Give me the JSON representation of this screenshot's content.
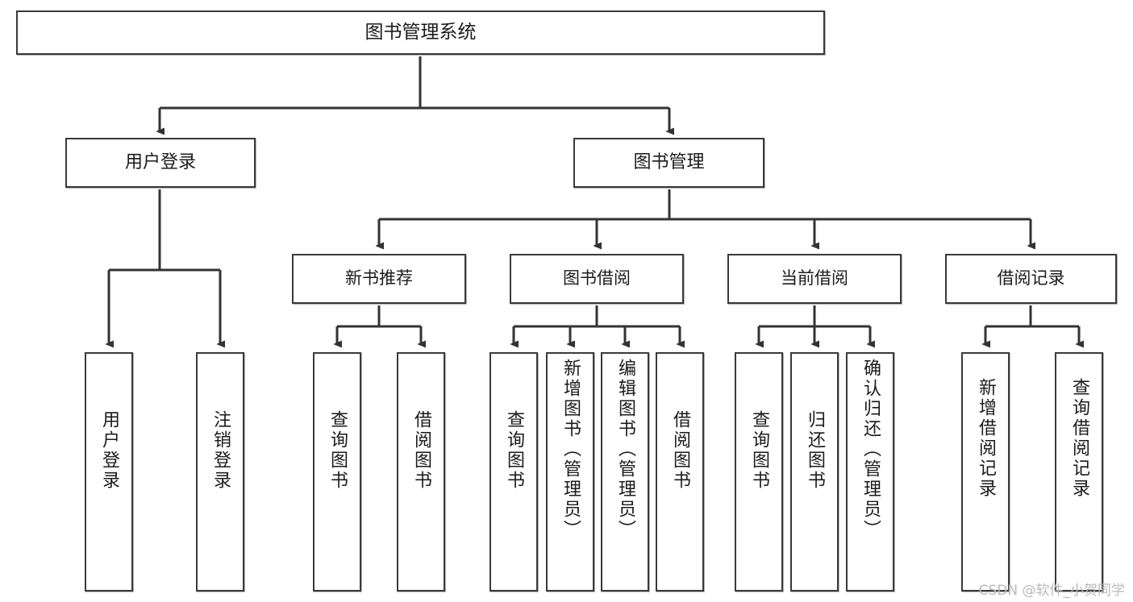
{
  "diagram": {
    "type": "tree",
    "title": "图书管理系统",
    "watermark": "CSDN @软件_小贺同学",
    "colors": {
      "box_border": "#3a3a3a",
      "box_fill": "#ffffff",
      "line": "#333333",
      "text": "#1b1b1b",
      "watermark": "#b9b9b9"
    },
    "nodes": {
      "root": {
        "label": "图书管理系统"
      },
      "level2": [
        {
          "id": "user-login",
          "label": "用户登录"
        },
        {
          "id": "book-manage",
          "label": "图书管理"
        }
      ],
      "level3": [
        {
          "id": "new-book-recommend",
          "label": "新书推荐"
        },
        {
          "id": "book-borrow",
          "label": "图书借阅"
        },
        {
          "id": "current-borrow",
          "label": "当前借阅"
        },
        {
          "id": "borrow-record",
          "label": "借阅记录"
        }
      ],
      "leaves": {
        "user-login": [
          {
            "id": "leaf-user-login",
            "label": "用户登录"
          },
          {
            "id": "leaf-logout",
            "label": "注销登录"
          }
        ],
        "new-book-recommend": [
          {
            "id": "leaf-query-book-1",
            "label": "查询图书"
          },
          {
            "id": "leaf-borrow-book-1",
            "label": "借阅图书"
          }
        ],
        "book-borrow": [
          {
            "id": "leaf-query-book-2",
            "label": "查询图书"
          },
          {
            "id": "leaf-add-book",
            "label": "新增图书（管理员）"
          },
          {
            "id": "leaf-edit-book",
            "label": "编辑图书（管理员）"
          },
          {
            "id": "leaf-borrow-book-2",
            "label": "借阅图书"
          }
        ],
        "current-borrow": [
          {
            "id": "leaf-query-book-3",
            "label": "查询图书"
          },
          {
            "id": "leaf-return-book",
            "label": "归还图书"
          },
          {
            "id": "leaf-confirm-return",
            "label": "确认归还（管理员）"
          }
        ],
        "borrow-record": [
          {
            "id": "leaf-add-record",
            "label": "新增借阅记录"
          },
          {
            "id": "leaf-query-record",
            "label": "查询借阅记录"
          }
        ]
      }
    }
  }
}
